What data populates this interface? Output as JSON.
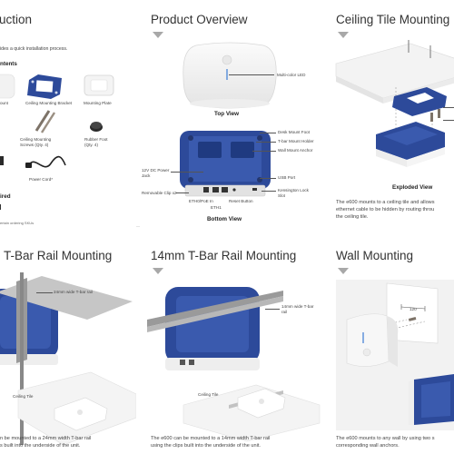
{
  "colors": {
    "bar_blue": "#1d4289",
    "bar_green": "#6cb33f",
    "caret": "#a8a8a8",
    "device_blue": "#2d4a9a",
    "device_white": "#f2f2f2"
  },
  "top": {
    "left": {
      "title": "uction",
      "intro": "ides a quick installation process.",
      "contents_heading": "ntents",
      "items": [
        {
          "label": "ount"
        },
        {
          "label": "Ceiling Mounting Bracket"
        },
        {
          "label": "Mounting Plate"
        },
        {
          "label": "Ceiling Mounting Screws (Qty. 4)"
        },
        {
          "label": "Rubber Foot (Qty. 4)"
        },
        {
          "label": "Power Cord*"
        }
      ],
      "required_heading": "ired",
      "footnote": "ertain ordering SKUs"
    },
    "middle": {
      "title": "Product Overview",
      "top_view_label": "Top View",
      "multicolor_led": "Multi-color LED",
      "bottom_view_label": "Bottom View",
      "callouts": {
        "desk_mount_foot": "Desk Mount Foot",
        "t_bar_mount_holder": "T-bar Mount Holder",
        "wall_mount_anchor": "Wall Mount Anchor",
        "usb_port": "USB Port",
        "kensington": "Kensington Lock Slot",
        "dc_power": "12V DC Power Jack",
        "removable_clip": "Removable Clip x2",
        "eth0": "ETH0/PoE In",
        "eth1": "ETH1",
        "reset": "Reset Button"
      }
    },
    "right": {
      "title": "Ceiling Tile Mounting",
      "exploded_label": "Exploded View",
      "text_lines": [
        "The e600 mounts to a ceiling tile and allows",
        "ethernet cable to be hidden by routing throu",
        "the ceiling tile."
      ]
    }
  },
  "bottom": {
    "left": {
      "title": "T-Bar Rail Mounting",
      "rail_label": "24mm wide T-bar rail",
      "ceiling_tile": "Ceiling Tile",
      "text_lines": [
        "n be mounted to a 24mm width T-bar rail",
        "s built into the underside of the unit."
      ]
    },
    "middle": {
      "title": "14mm T-Bar Rail Mounting",
      "rail_label": "14mm wide T-bar rail",
      "ceiling_tile": "Ceiling Tile",
      "text_lines": [
        "The e600 can be mounted to a 14mm width T-bar rail",
        "using the clips built into the underside of the unit."
      ]
    },
    "right": {
      "title": "Wall Mounting",
      "dimension": "120",
      "text_lines": [
        "The e600 mounts to any wall by using two s",
        "corresponding wall anchors."
      ]
    }
  }
}
